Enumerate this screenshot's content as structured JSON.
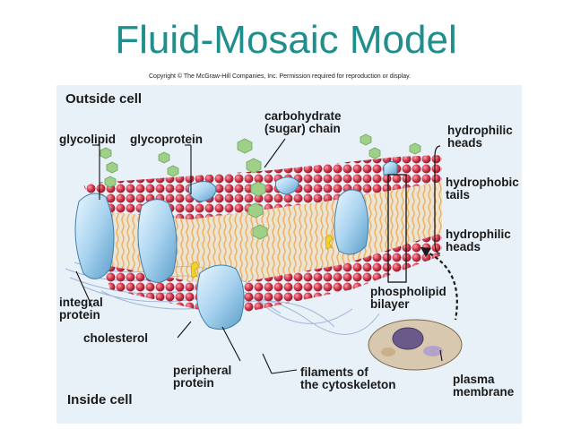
{
  "title": "Fluid-Mosaic Model",
  "copyright": "Copyright © The McGraw-Hill Companies, Inc. Permission required for reproduction or display.",
  "labels": {
    "outside_cell": "Outside cell",
    "inside_cell": "Inside cell",
    "glycolipid": "glycolipid",
    "glycoprotein": "glycoprotein",
    "carbohydrate_chain": "carbohydrate\n(sugar) chain",
    "hydrophilic_heads_top": "hydrophilic\nheads",
    "hydrophobic_tails": "hydrophobic\ntails",
    "hydrophilic_heads_bottom": "hydrophilic\nheads",
    "phospholipid_bilayer": "phospholipid\nbilayer",
    "integral_protein": "integral\nprotein",
    "cholesterol": "cholesterol",
    "peripheral_protein": "peripheral\nprotein",
    "filaments": "filaments of\nthe cytoskeleton",
    "plasma_membrane": "plasma\nmembrane"
  },
  "colors": {
    "title": "#1f8e8d",
    "head": "#d63a4e",
    "tail": "#e99a3a",
    "protein": "#a9d3ef",
    "sugar": "#9ed08a",
    "cholesterol": "#f2d22a"
  }
}
